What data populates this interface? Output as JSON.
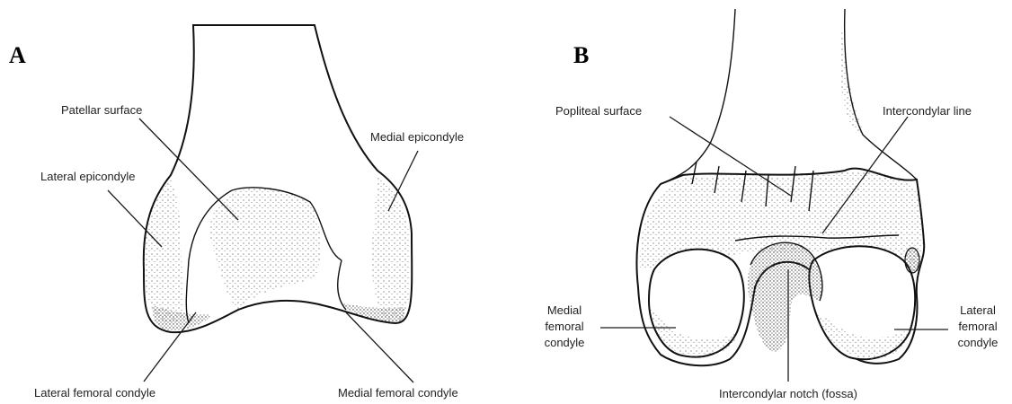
{
  "figure": {
    "panel_a": {
      "letter": "A",
      "labels": {
        "patellar_surface": "Patellar surface",
        "medial_epicondyle": "Medial epicondyle",
        "lateral_epicondyle": "Lateral epicondyle",
        "lateral_femoral_condyle": "Lateral femoral condyle",
        "medial_femoral_condyle": "Medial femoral condyle"
      }
    },
    "panel_b": {
      "letter": "B",
      "labels": {
        "popliteal_surface": "Popliteal surface",
        "intercondylar_line": "Intercondylar line",
        "medial_femoral_condyle": [
          "Medial",
          "femoral",
          "condyle"
        ],
        "lateral_femoral_condyle": [
          "Lateral",
          "femoral",
          "condyle"
        ],
        "intercondylar_notch": "Intercondylar notch (fossa)"
      }
    }
  }
}
